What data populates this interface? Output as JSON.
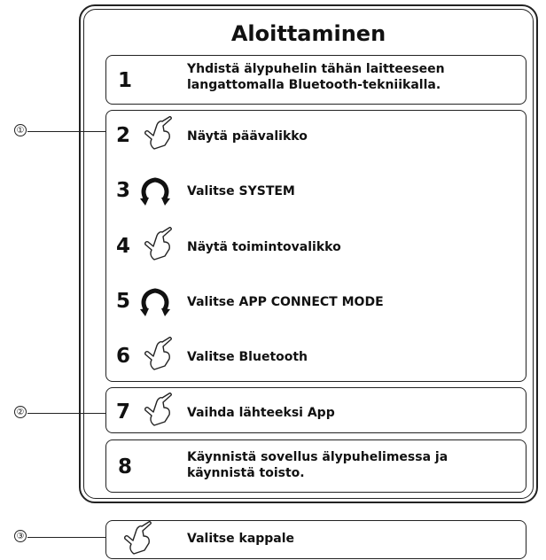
{
  "title": "Aloittaminen",
  "steps": [
    {
      "number": "1",
      "text_line1": "Yhdistä älypuhelin tähän laitteeseen",
      "text_line2": "langattomalla Bluetooth-tekniikalla.",
      "icon": "none"
    },
    {
      "number": "2",
      "text": "Näytä päävalikko",
      "icon": "press-hand-icon"
    },
    {
      "number": "3",
      "text": "Valitse SYSTEM",
      "icon": "rotate-knob-icon"
    },
    {
      "number": "4",
      "text": "Näytä toimintovalikko",
      "icon": "press-hand-icon"
    },
    {
      "number": "5",
      "text": "Valitse APP CONNECT MODE",
      "icon": "rotate-knob-icon"
    },
    {
      "number": "6",
      "text": "Valitse Bluetooth",
      "icon": "press-hand-icon"
    },
    {
      "number": "7",
      "text": "Vaihda lähteeksi App",
      "icon": "press-hand-icon"
    },
    {
      "number": "8",
      "text_line1": "Käynnistä sovellus älypuhelimessa ja",
      "text_line2": "käynnistä toisto.",
      "icon": "none"
    }
  ],
  "extra_step": {
    "text": "Valitse kappale",
    "icon": "press-hand-icon"
  },
  "callouts": [
    "①",
    "②",
    "③"
  ]
}
